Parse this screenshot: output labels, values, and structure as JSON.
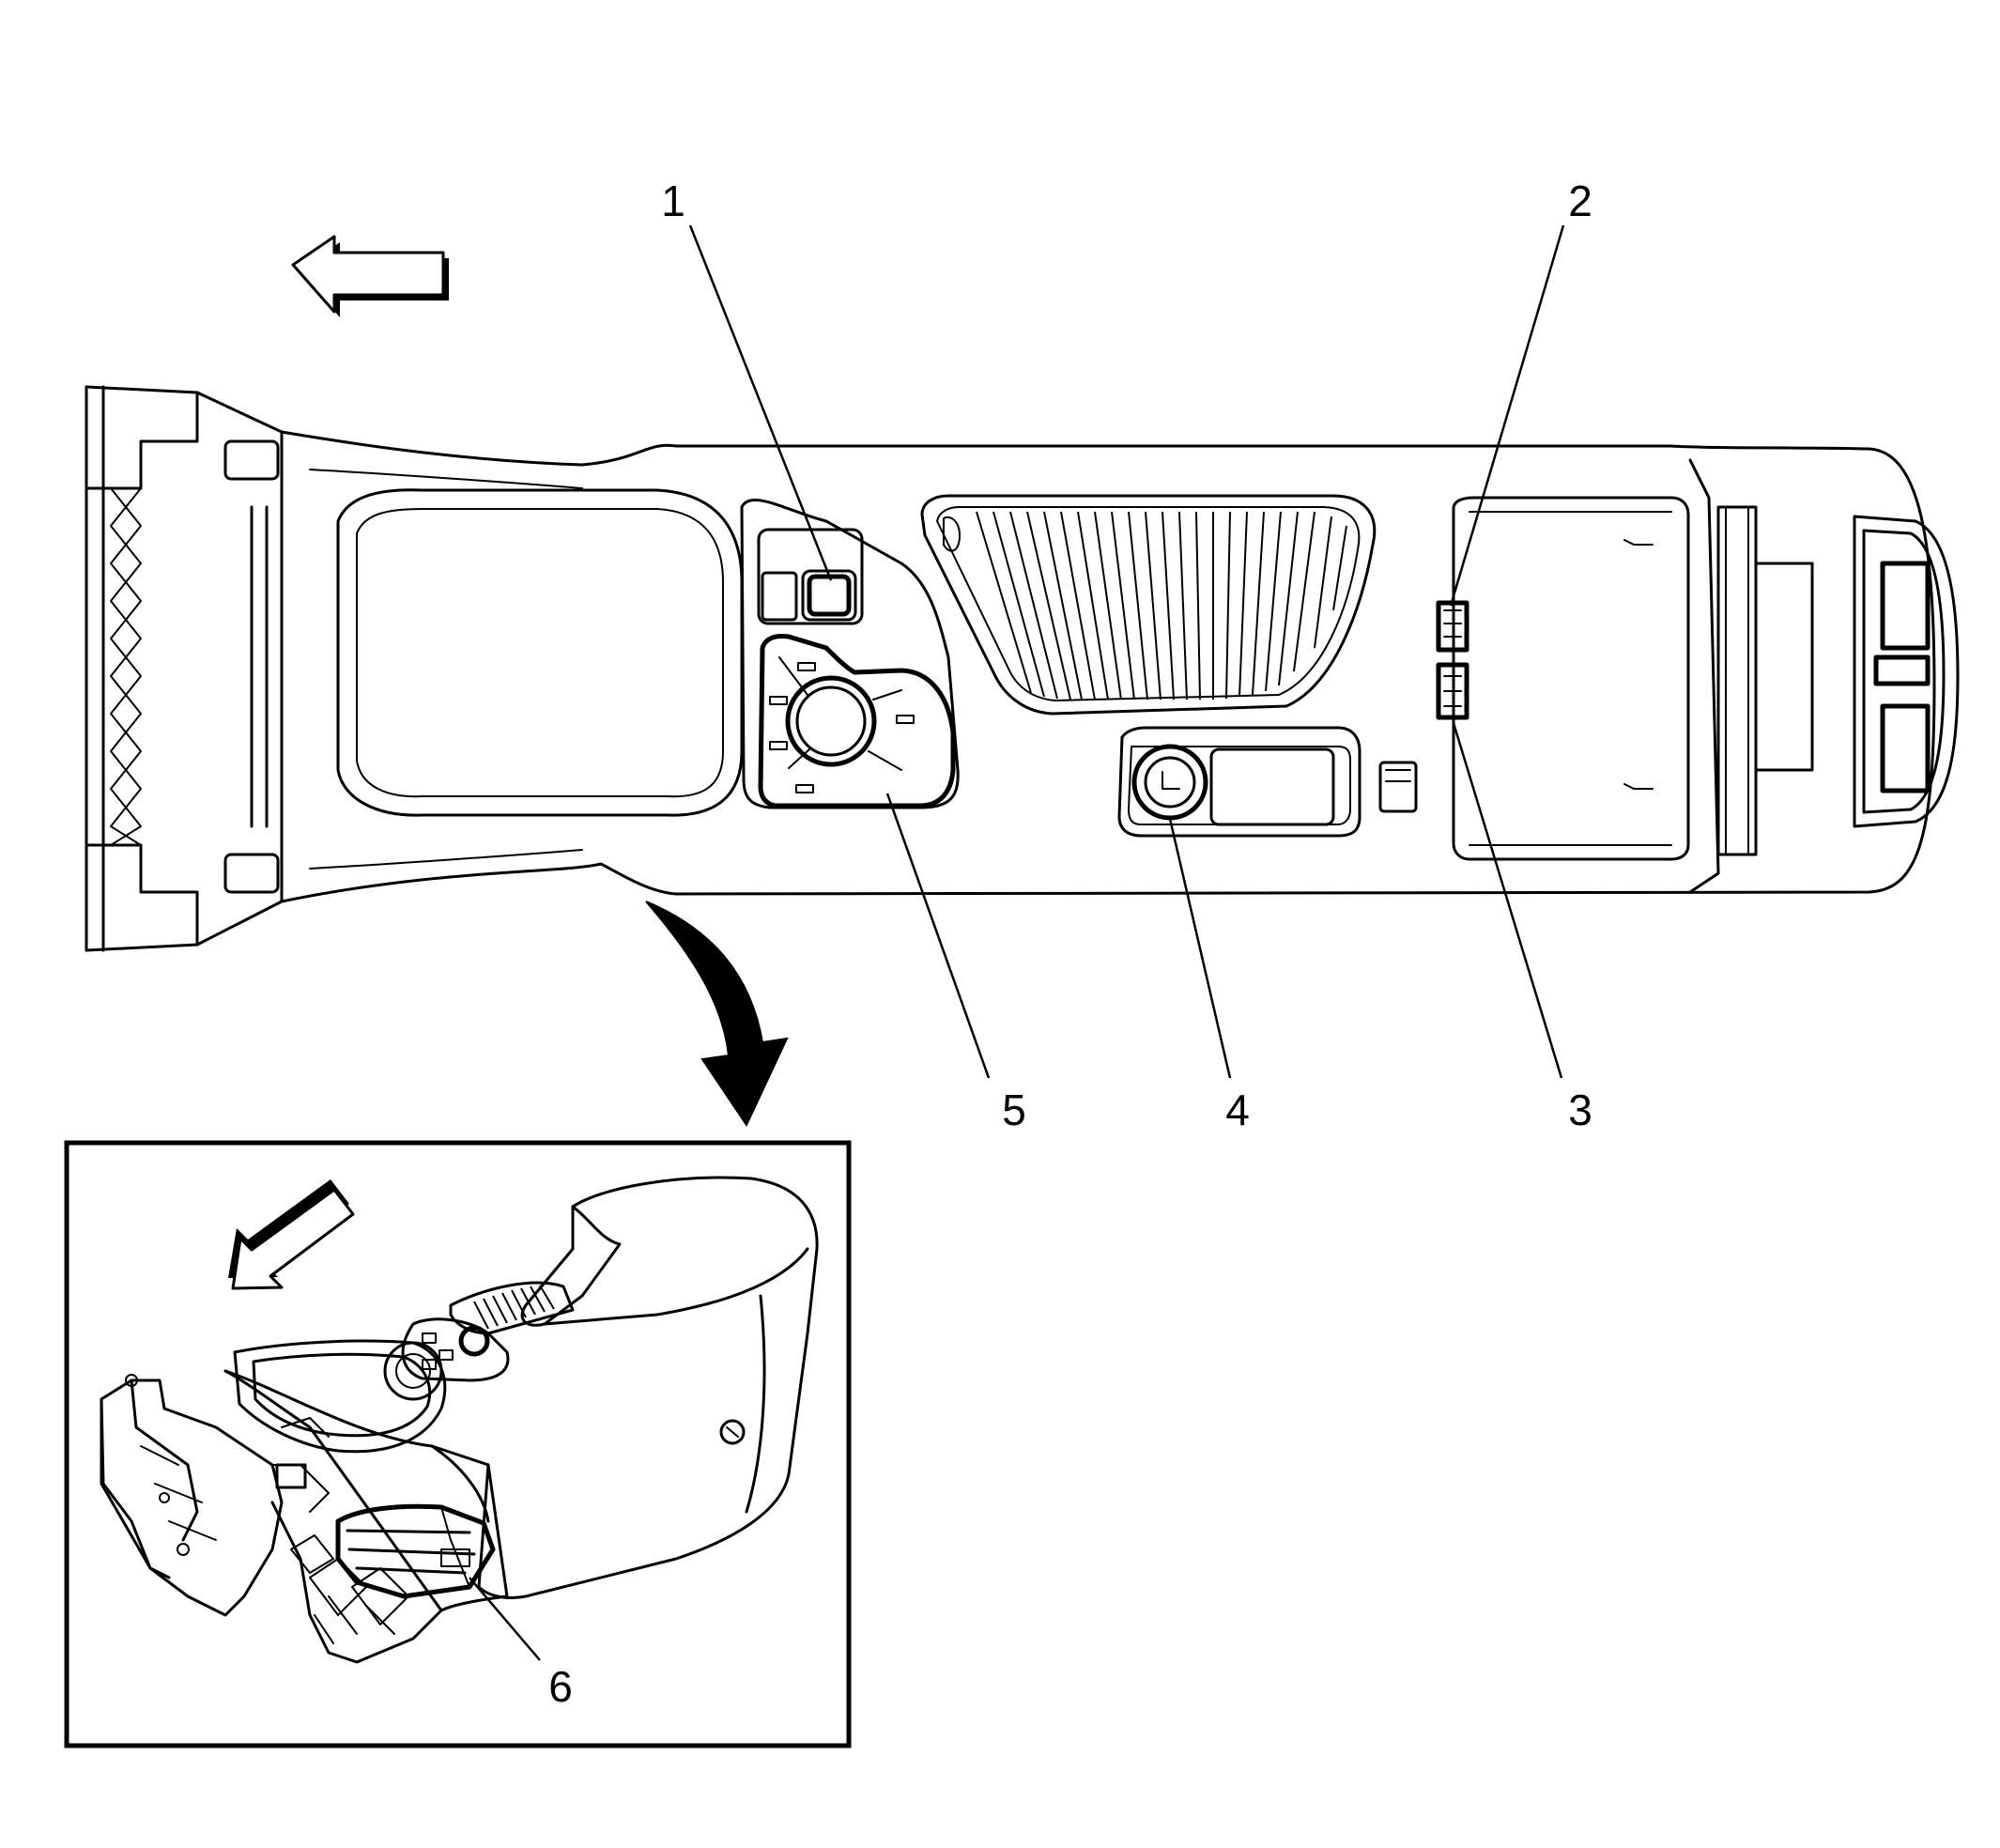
{
  "callouts": [
    {
      "id": "1",
      "label": "1"
    },
    {
      "id": "2",
      "label": "2"
    },
    {
      "id": "3",
      "label": "3"
    },
    {
      "id": "4",
      "label": "4"
    },
    {
      "id": "5",
      "label": "5"
    },
    {
      "id": "6",
      "label": "6"
    }
  ],
  "icons": {
    "forward_arrow_top": "direction-arrow-icon",
    "forward_arrow_inset": "direction-arrow-icon",
    "detail_pointer": "curved-arrow-icon"
  },
  "colors": {
    "line": "#000000",
    "background": "#ffffff"
  }
}
